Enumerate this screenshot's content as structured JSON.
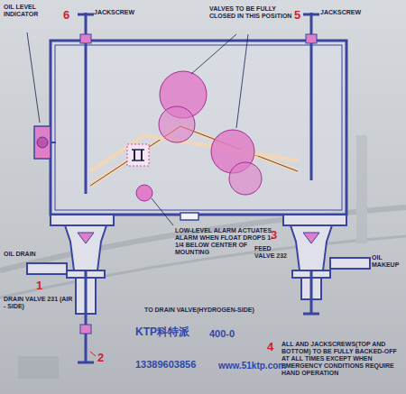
{
  "diagram": {
    "labels": [
      "OIL LEVEL INDICATOR",
      "6",
      "JACKSCREW",
      "VALVES TO BE FULLY CLOSED IN THIS POSITION",
      "5",
      "JACKSCREW",
      "LOW-LEVEL ALARM ACTUATES ALARM WHEN FLOAT DROPS 1-1/4 BELOW CENTER OF MOUNTING",
      "OIL DRAIN",
      "3",
      "FEED VALVE 232",
      "OIL MAKEUP",
      "1",
      "DRAIN VALVE 231 (AIR - SIDE)",
      "TO DRAIN VALVE(HYDROGEN-SIDE)",
      "2",
      "4",
      "ALL AND JACKSCREWS(TOP AND BOTTOM) TO BE FULLY BACKED-OFF AT ALL TIMES EXCEPT WHEN EMERGENCY CONDITIONS REQUIRE HAND OPERATION",
      "KTP科特派",
      "400-0",
      "13389603856",
      "www.51ktp.com"
    ]
  }
}
